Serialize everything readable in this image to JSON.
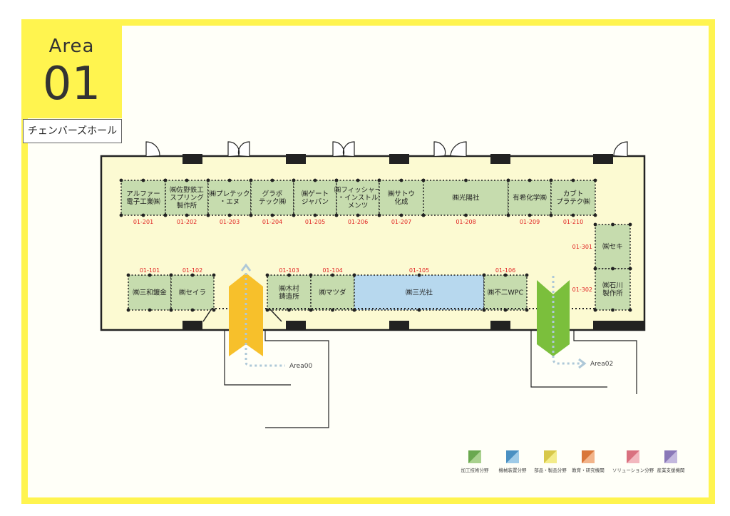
{
  "area": {
    "word": "Area",
    "number": "01",
    "hall_name": "チェンバーズホール"
  },
  "colors": {
    "frame": "#fff44f",
    "floor": "#fcfad2",
    "booth_green": "#c6dcae",
    "booth_blue": "#b7d8ee",
    "wall": "#222222",
    "booth_number": "#e02020",
    "arrow_orange": "#f7c02b",
    "arrow_green": "#7bbf3c",
    "route_dots": "#aec8d8"
  },
  "booths": [
    {
      "id": "01-201",
      "name": [
        "アルファー",
        "電子工業㈱"
      ],
      "color": "green"
    },
    {
      "id": "01-202",
      "name": [
        "㈱佐野鉄工",
        "スプリング",
        "製作所"
      ],
      "color": "green"
    },
    {
      "id": "01-203",
      "name": [
        "㈱プレテック",
        "・エヌ"
      ],
      "color": "green"
    },
    {
      "id": "01-204",
      "name": [
        "グラボ",
        "テック㈱"
      ],
      "color": "green"
    },
    {
      "id": "01-205",
      "name": [
        "㈱ゲート",
        "ジャパン"
      ],
      "color": "green"
    },
    {
      "id": "01-206",
      "name": [
        "㈱フィッシャー",
        "・インストル",
        "メンツ"
      ],
      "color": "green"
    },
    {
      "id": "01-207",
      "name": [
        "㈱サトウ",
        "化成"
      ],
      "color": "green"
    },
    {
      "id": "01-208",
      "name": [
        "㈱光陽社"
      ],
      "color": "green"
    },
    {
      "id": "01-209",
      "name": [
        "有希化学㈱"
      ],
      "color": "green"
    },
    {
      "id": "01-210",
      "name": [
        "カブト",
        "プラテク㈱"
      ],
      "color": "green"
    },
    {
      "id": "01-301",
      "name": [
        "㈱セキ"
      ],
      "color": "green"
    },
    {
      "id": "01-302",
      "name": [
        "㈱石川",
        "製作所"
      ],
      "color": "green"
    },
    {
      "id": "01-101",
      "name": [
        "㈱三和鍍金"
      ],
      "color": "green"
    },
    {
      "id": "01-102",
      "name": [
        "㈱セイラ"
      ],
      "color": "green"
    },
    {
      "id": "01-103",
      "name": [
        "㈱木村",
        "鋳造所"
      ],
      "color": "green"
    },
    {
      "id": "01-104",
      "name": [
        "㈱マツダ"
      ],
      "color": "green"
    },
    {
      "id": "01-105",
      "name": [
        "㈱三光社"
      ],
      "color": "blue"
    },
    {
      "id": "01-106",
      "name": [
        "㈱不二WPC"
      ],
      "color": "green"
    }
  ],
  "routes": [
    {
      "label": "Area00"
    },
    {
      "label": "Area02"
    }
  ],
  "legend": [
    {
      "label": "加工技術分野",
      "color": "#6aa84f",
      "color2": "#a9d18e"
    },
    {
      "label": "機械装置分野",
      "color": "#4a90c2",
      "color2": "#9fcbe8"
    },
    {
      "label": "部品・製品分野",
      "color": "#d8c84a",
      "color2": "#f3ec8a"
    },
    {
      "label": "教育・研究機関",
      "color": "#d9773a",
      "color2": "#f2b48a"
    },
    {
      "label": "ソリューション分野",
      "color": "#d9717f",
      "color2": "#f2b7be"
    },
    {
      "label": "産業支援機関",
      "color": "#8a78b8",
      "color2": "#c3b8de"
    }
  ]
}
